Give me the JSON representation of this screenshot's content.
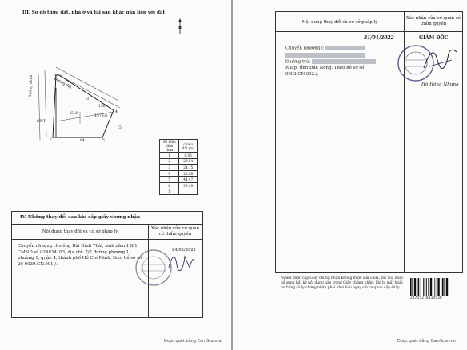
{
  "left_page": {
    "section_iii_title": "III. Sơ đồ thửa đất, nhà ở và tài sản khác gắn liền với đất",
    "north_label": "B",
    "sketch": {
      "road_label_1": "Đường đất",
      "road_label_2": "Đường nhựa",
      "parcel_code": "CLN",
      "parcel_number": "158",
      "parcel_area": "1578.6",
      "corner_labels": [
        "1",
        "2",
        "3",
        "4",
        "5",
        "7"
      ],
      "neighbor_labels": [
        "ONT",
        "84",
        "15"
      ]
    },
    "length_table": {
      "headers": [
        "Số hiệu đỉnh thửa",
        "chiều dài (m)"
      ],
      "rows": [
        [
          "1",
          "6.05"
        ],
        [
          "2",
          "29.54"
        ],
        [
          "3",
          "24.15"
        ],
        [
          "4",
          "25.88"
        ],
        [
          "5",
          "44.47"
        ],
        [
          "6",
          "39.39"
        ],
        [
          "1",
          ""
        ]
      ]
    },
    "section_iv_title": "IV. Những thay đổi sau khi cấp giấy chứng nhận",
    "table_headers": {
      "content": "Nội dung thay đổi và cơ sở pháp lý",
      "confirm": "Xác nhận của cơ quan có thẩm quyền"
    },
    "change_text": "Chuyển nhượng cho ông Bùi Đình Thái, sinh năm 1981, CMND số 024834103, địa chỉ: 7/2 đường phường 1, phường 1, quận 4, thành phố Hồ Chí Minh, theo hồ sơ số 20-0039.CN.001./.",
    "confirm_date": "24/02/2021",
    "footer": "Được quét bằng CamScanner"
  },
  "right_page": {
    "table_headers": {
      "content": "Nội dung thay đổi và cơ sở pháp lý",
      "confirm": "Xác nhận của cơ quan có thẩm quyền"
    },
    "date": "31/01/2022",
    "title": "GIÁM ĐỐC",
    "change_text_line1": "Chuyển nhượng c",
    "change_text_line2": "thường trú:",
    "change_text_line3": "R'lấp, tỉnh Đắk Nông. Theo hồ sơ số",
    "change_text_line4": "0093.CN.002./.",
    "signer": "Hồ Hồng Nhung",
    "notice": "Người được cấp Giấy chứng nhận không được sửa chữa, tẩy xóa hoặc bổ sung bất kỳ nội dung nào trong Giấy chứng nhận; khi bị mất hoặc hư hỏng Giấy chứng nhận phải khai báo ngay với cơ quan cấp Giấy.",
    "barcode_number": "24755270019530",
    "footer": "Được quét bằng CamScanner"
  }
}
